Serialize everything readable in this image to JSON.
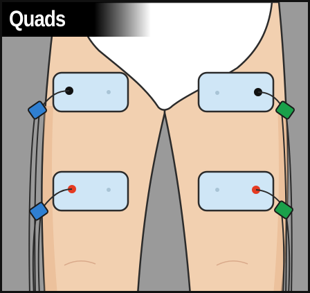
{
  "title": "Quads",
  "colors": {
    "background": "#9a9a9a",
    "skin": "#f2d0b0",
    "pad": "#cfe6f6",
    "pad_border": "#2b2b2b",
    "connector_left": "#2f7fd1",
    "connector_right": "#1aa04a",
    "electrode_black": "#111111",
    "electrode_red": "#e53b22",
    "electrode_empty": "#a9c4d6"
  },
  "pads": [
    {
      "id": "left-upper",
      "active_electrode": "black",
      "lead": "blue"
    },
    {
      "id": "left-lower",
      "active_electrode": "red",
      "lead": "blue"
    },
    {
      "id": "right-upper",
      "active_electrode": "black",
      "lead": "green"
    },
    {
      "id": "right-lower",
      "active_electrode": "red",
      "lead": "green"
    }
  ]
}
